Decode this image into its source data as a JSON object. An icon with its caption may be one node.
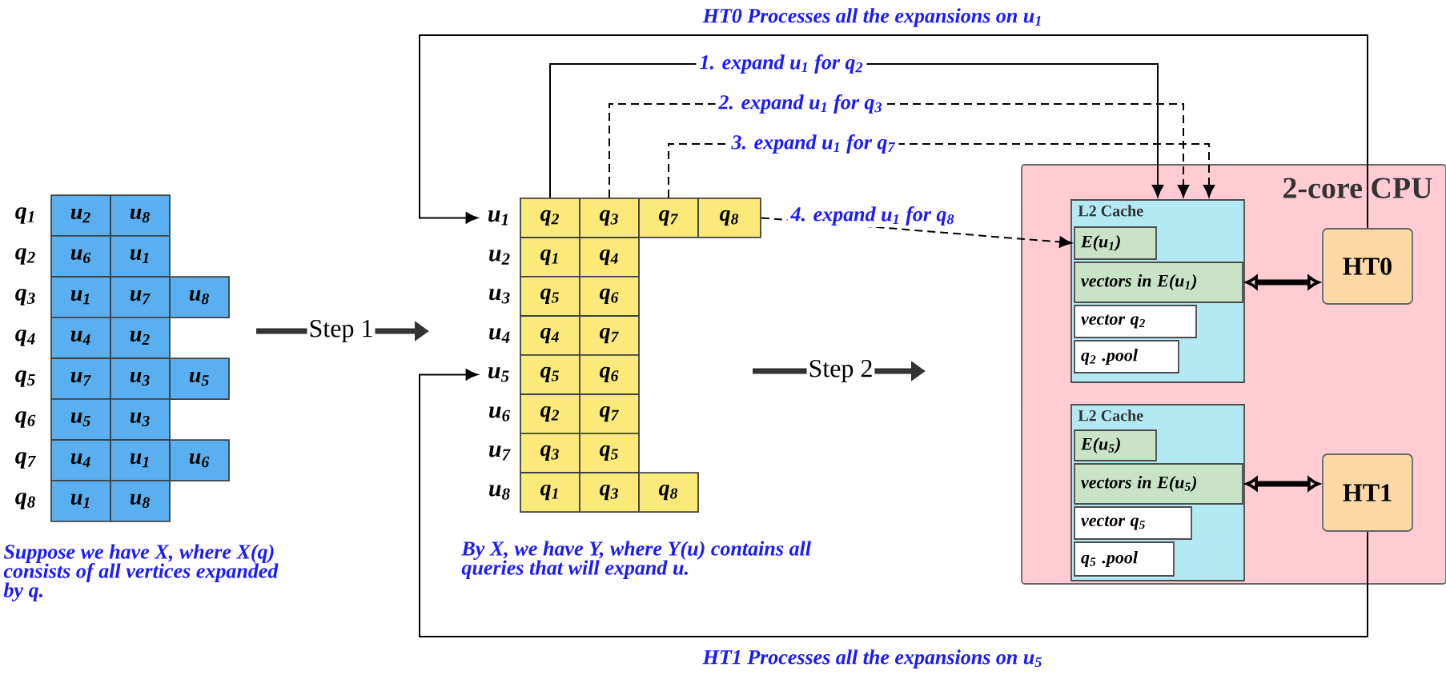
{
  "diagram": {
    "nodes": [
      {
        "text": [
          "u$_{2}$"
        ]
      },
      {
        "text": [
          "u$_{8}$"
        ]
      },
      {
        "text": [
          "u$_{6}$"
        ]
      },
      {
        "text": [
          "u$_{1}$"
        ]
      },
      {
        "text": [
          "u$_{1}$"
        ]
      },
      {
        "text": [
          "u$_{7}$"
        ]
      },
      {
        "text": [
          "u$_{8}$"
        ]
      },
      {
        "text": [
          "u$_{4}$"
        ]
      },
      {
        "text": [
          "u$_{2}$"
        ]
      },
      {
        "text": [
          "u$_{7}$"
        ]
      },
      {
        "text": [
          "u$_{3}$"
        ]
      },
      {
        "text": [
          "u$_{5}$"
        ]
      },
      {
        "text": [
          "u$_{5}$"
        ]
      },
      {
        "text": [
          "u$_{3}$"
        ]
      },
      {
        "text": [
          "u$_{4}$"
        ]
      },
      {
        "text": [
          "u$_{1}$"
        ]
      },
      {
        "text": [
          "u$_{6}$"
        ]
      },
      {
        "text": [
          "u$_{1}$"
        ]
      },
      {
        "text": [
          "u$_{8}$"
        ]
      },
      {
        "text": [
          "u$_{1}$"
        ]
      },
      {
        "text": [
          "q$_{2}$"
        ]
      },
      {
        "text": [
          "q$_{3}$"
        ]
      },
      {
        "text": [
          "q$_{7}$"
        ]
      },
      {
        "text": [
          "q$_{8}$"
        ]
      },
      {
        "text": [
          "q$_{1}$"
        ]
      },
      {
        "text": [
          "q$_{4}$"
        ]
      },
      {
        "text": [
          "q$_{5}$"
        ]
      },
      {
        "text": [
          "q$_{6}$"
        ]
      },
      {
        "text": [
          "q$_{4}$"
        ]
      },
      {
        "text": [
          "q$_{7}$"
        ]
      },
      {
        "text": [
          "u$_{5}$"
        ]
      },
      {
        "text": [
          "q$_{5}$"
        ]
      },
      {
        "text": [
          "q$_{6}$"
        ]
      },
      {
        "text": [
          "q$_{2}$"
        ]
      },
      {
        "text": [
          "q$_{7}$"
        ]
      },
      {
        "text": [
          "q$_{3}$"
        ]
      },
      {
        "text": [
          "q$_{5}$"
        ]
      },
      {
        "text": [
          "q$_{1}$"
        ]
      },
      {
        "text": [
          "q$_{3}$"
        ]
      },
      {
        "text": [
          "q$_{8}$"
        ]
      },
      {
        "text": [
          "2-core CPU"
        ]
      },
      {
        "text": [
          "L2 Cache"
        ],
        "in": 40
      },
      {
        "text": [
          "E(u$_{1}$)"
        ],
        "in": 41
      },
      {
        "text": [
          "vectors in E(u$_{1}$)"
        ],
        "in": 41
      },
      {
        "text": [
          "vector q$_{2}$"
        ],
        "in": 41
      },
      {
        "text": [
          "q$_{2}$ .pool"
        ],
        "in": 41
      },
      {
        "text": [
          "HT0"
        ],
        "in": 40
      },
      {
        "text": [
          "L2 Cache"
        ],
        "in": 40
      },
      {
        "text": [
          "E(u$_{5}$)"
        ],
        "in": 47
      },
      {
        "text": [
          "vectors in E(u$_{5}$)"
        ],
        "in": 47
      },
      {
        "text": [
          "vector q$_{5}$"
        ],
        "in": 47
      },
      {
        "text": [
          "q$_{5}$ .pool"
        ],
        "in": 47
      },
      {
        "text": [
          "HT1"
        ],
        "in": 40
      }
    ],
    "edges": [
      {
        "from": 46,
        "to": 19,
        "arrow": "to",
        "label": "HT0 Processes all the expansions on u$_{1}$"
      },
      {
        "from": 52,
        "to": 30,
        "arrow": "to",
        "label": "HT1 Processes all the expansions on u$_{5}$"
      },
      {
        "from": 20,
        "to": 41,
        "arrow": "to",
        "label": "1. expand u$_{1}$ for q$_{2}$"
      },
      {
        "from": 21,
        "to": 41,
        "arrow": "to",
        "label": "2. expand u$_{1}$ for q$_{3}$",
        "style": "dashed"
      },
      {
        "from": 22,
        "to": 41,
        "arrow": "to",
        "label": "3. expand u$_{1}$ for q$_{7}$",
        "style": "dashed"
      },
      {
        "from": 23,
        "to": 42,
        "arrow": "to",
        "label": "4. expand u$_{1}$ for q$_{8}$",
        "style": "dashed"
      },
      {
        "from": 43,
        "to": 46,
        "arrow": "both",
        "style": "thick"
      },
      {
        "from": 49,
        "to": 52,
        "arrow": "both",
        "style": "thick"
      }
    ],
    "labels": [
      "q$_{1}$",
      "q$_{2}$",
      "q$_{3}$",
      "q$_{4}$",
      "q$_{5}$",
      "q$_{6}$",
      "q$_{7}$",
      "q$_{8}$",
      "Step 1",
      "u$_{2}$",
      "u$_{3}$",
      "u$_{4}$",
      "u$_{6}$",
      "u$_{7}$",
      "u$_{8}$",
      "Step 2",
      "Suppose we have X, where X(q) consists of all vertices expanded by q.",
      "By X, we have Y, where Y(u) contains all queries that will expand u."
    ]
  }
}
